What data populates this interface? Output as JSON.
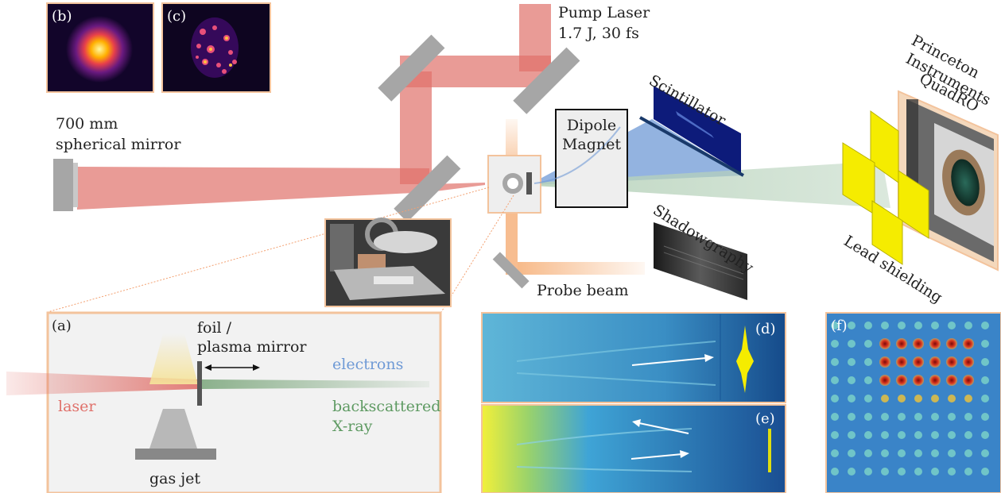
{
  "labels": {
    "pump_laser_line1": "Pump Laser",
    "pump_laser_line2": "1.7 J, 30 fs",
    "mirror_line1": "700 mm",
    "mirror_line2": "spherical mirror",
    "dipole_line1": "Dipole",
    "dipole_line2": "Magnet",
    "scintillator": "Scintillator",
    "shadowgraphy": "Shadowgraphy",
    "probe_beam": "Probe beam",
    "princeton_line1": "Princeton",
    "princeton_line2": "Instruments",
    "princeton_line3": "QuadRO",
    "lead_shielding": "Lead shielding"
  },
  "inset_a": {
    "panel": "(a)",
    "foil_line1": "foil /",
    "foil_line2": "plasma mirror",
    "electrons": "electrons",
    "laser": "laser",
    "backscattered_line1": "backscattered",
    "backscattered_line2": "X-ray",
    "gas_jet": "gas jet"
  },
  "panels": {
    "b": "(b)",
    "c": "(c)",
    "d": "(d)",
    "e": "(e)",
    "f": "(f)"
  },
  "colors": {
    "laser_red": "#e0706a",
    "probe_orange": "#f6b27c",
    "frame_orange": "#f3c39c",
    "electron_blue": "#6f9ad6",
    "xray_green": "#7fa980",
    "shielding_yellow": "#f5ec00",
    "mirror_gray": "#a6a6a6"
  }
}
